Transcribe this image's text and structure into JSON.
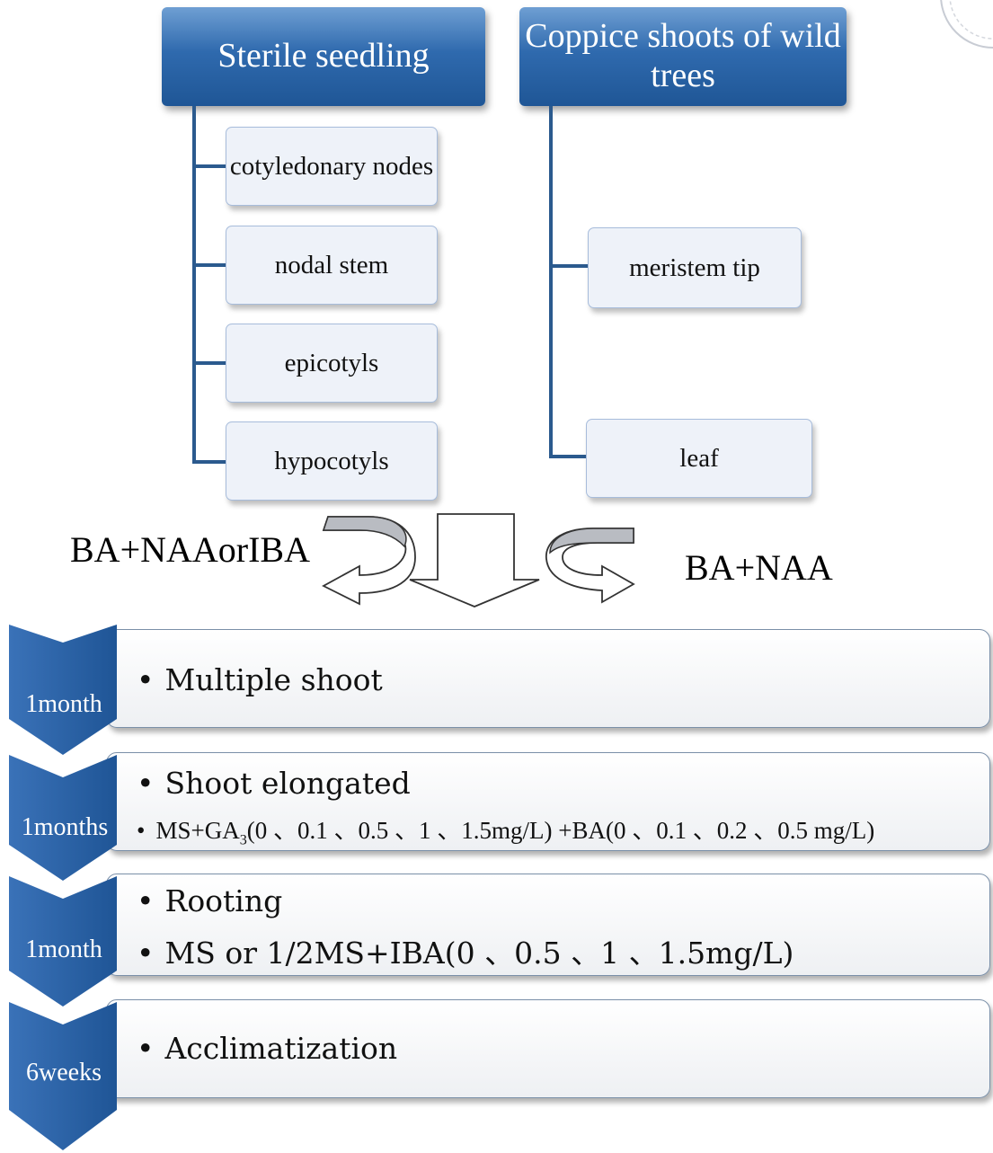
{
  "headers": {
    "left": "Sterile seedling",
    "right_line1": "Coppice shoots of wild",
    "right_line2": "trees"
  },
  "left_children": [
    "cotyledonary nodes",
    "nodal stem",
    "epicotyls",
    "hypocotyls"
  ],
  "right_children": [
    "meristem tip",
    "leaf"
  ],
  "treatments": {
    "left": "BA+NAAorIBA",
    "right": "BA+NAA"
  },
  "steps": [
    {
      "duration": "1month",
      "title": "Multiple shoot"
    },
    {
      "duration": "1months",
      "title": "Shoot elongated",
      "detail_prefix": "MS+GA",
      "detail_sub": "3",
      "detail_suffix": "(0 、0.1 、0.5 、1 、1.5mg/L) +BA(0 、0.1 、0.2 、0.5 mg/L)"
    },
    {
      "duration": "1month",
      "title": "Rooting",
      "detail": "MS or 1/2MS+IBA(0 、0.5 、1 、1.5mg/L)"
    },
    {
      "duration": "6weeks",
      "title": "Acclimatization"
    }
  ],
  "bullet_char": "•",
  "colors": {
    "header_blue": "#2f6aae",
    "child_fill": "#eef2f9",
    "connector": "#2b5a8e",
    "chevron": "#2c62a8"
  }
}
